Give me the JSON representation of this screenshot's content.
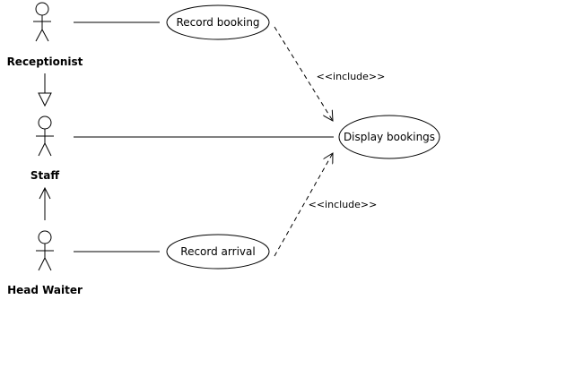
{
  "diagram": {
    "actors": {
      "receptionist": "Receptionist",
      "staff": "Staff",
      "head_waiter": "Head Waiter"
    },
    "use_cases": {
      "record_booking": "Record booking",
      "display_bookings": "Display bookings",
      "record_arrival": "Record arrival"
    },
    "relationships": {
      "include_top": "<<include>>",
      "include_bottom": "<<include>>"
    }
  }
}
